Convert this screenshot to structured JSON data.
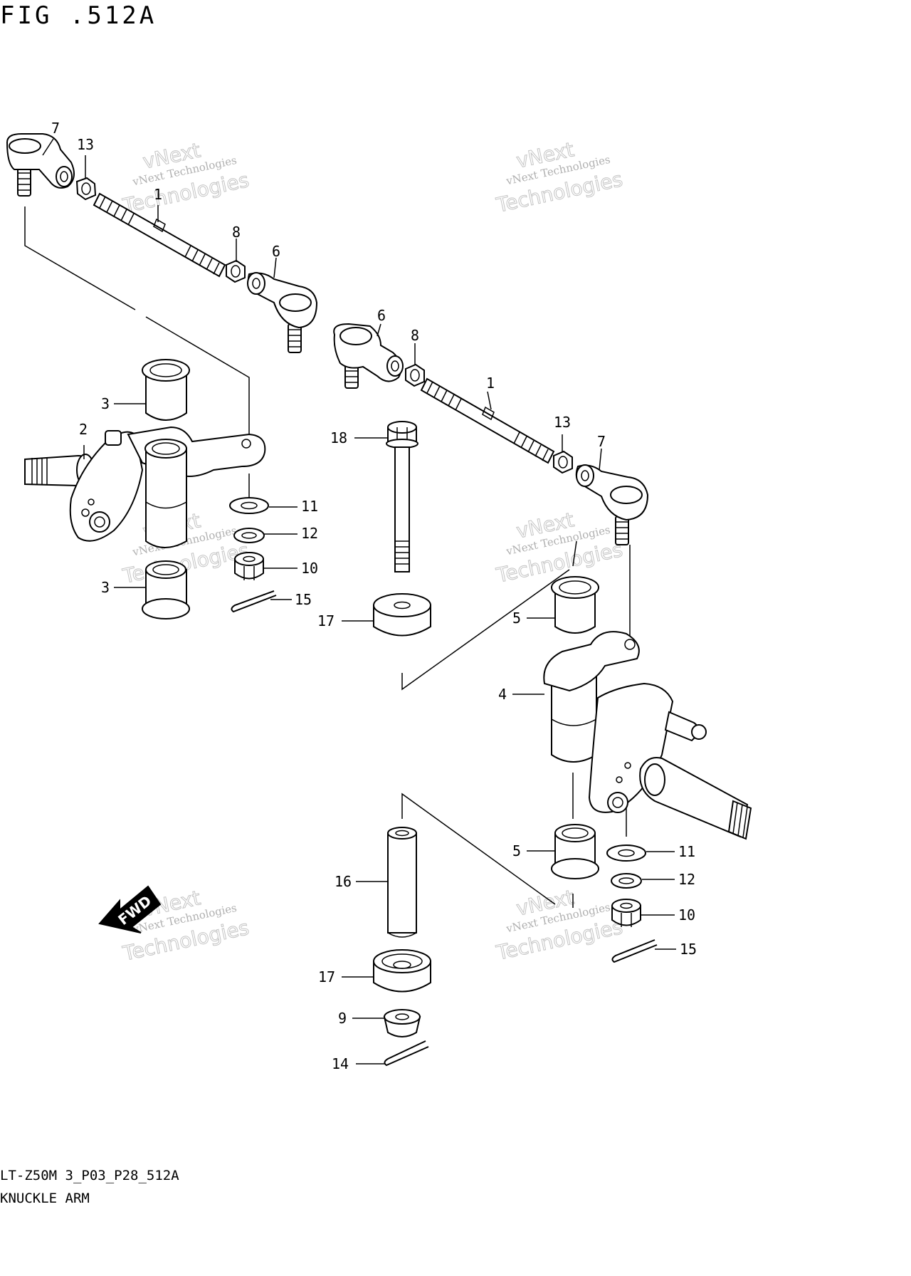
{
  "figure": {
    "title": "FIG .512A",
    "code": "LT-Z50M 3_P03_P28_512A",
    "name": "KNUCKLE ARM"
  },
  "watermark": {
    "line1": "vNext Technologies",
    "line2": "Technologies",
    "line3": "vNext"
  },
  "fwd_label": "FWD",
  "callouts": [
    {
      "id": "c7a",
      "text": "7"
    },
    {
      "id": "c13a",
      "text": "13"
    },
    {
      "id": "c1a",
      "text": "1"
    },
    {
      "id": "c8a",
      "text": "8"
    },
    {
      "id": "c6a",
      "text": "6"
    },
    {
      "id": "c6b",
      "text": "6"
    },
    {
      "id": "c8b",
      "text": "8"
    },
    {
      "id": "c1b",
      "text": "1"
    },
    {
      "id": "c13b",
      "text": "13"
    },
    {
      "id": "c7b",
      "text": "7"
    },
    {
      "id": "c3a",
      "text": "3"
    },
    {
      "id": "c2",
      "text": "2"
    },
    {
      "id": "c18",
      "text": "18"
    },
    {
      "id": "c11a",
      "text": "11"
    },
    {
      "id": "c12a",
      "text": "12"
    },
    {
      "id": "c10a",
      "text": "10"
    },
    {
      "id": "c3b",
      "text": "3"
    },
    {
      "id": "c15a",
      "text": "15"
    },
    {
      "id": "c17a",
      "text": "17"
    },
    {
      "id": "c5a",
      "text": "5"
    },
    {
      "id": "c4",
      "text": "4"
    },
    {
      "id": "c5b",
      "text": "5"
    },
    {
      "id": "c11b",
      "text": "11"
    },
    {
      "id": "c12b",
      "text": "12"
    },
    {
      "id": "c10b",
      "text": "10"
    },
    {
      "id": "c15b",
      "text": "15"
    },
    {
      "id": "c16",
      "text": "16"
    },
    {
      "id": "c17b",
      "text": "17"
    },
    {
      "id": "c9",
      "text": "9"
    },
    {
      "id": "c14",
      "text": "14"
    }
  ]
}
